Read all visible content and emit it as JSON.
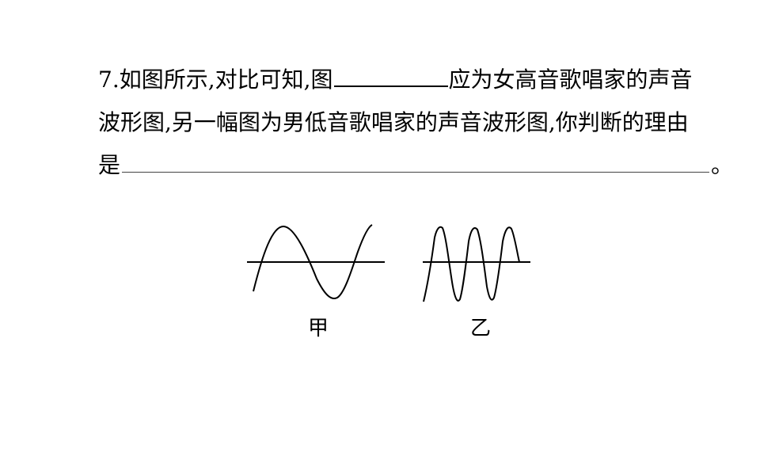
{
  "question": {
    "number": "7.",
    "line1_before_blank": "如图所示,对比可知,图",
    "line1_after_blank": "应为女高音歌唱家的声音",
    "line2": "波形图,另一幅图为男低音歌唱家的声音波形图,你判断的理由",
    "line3_before_blank": "是",
    "line3_end": "。"
  },
  "figure": {
    "label_left": "甲",
    "label_right": "乙"
  }
}
